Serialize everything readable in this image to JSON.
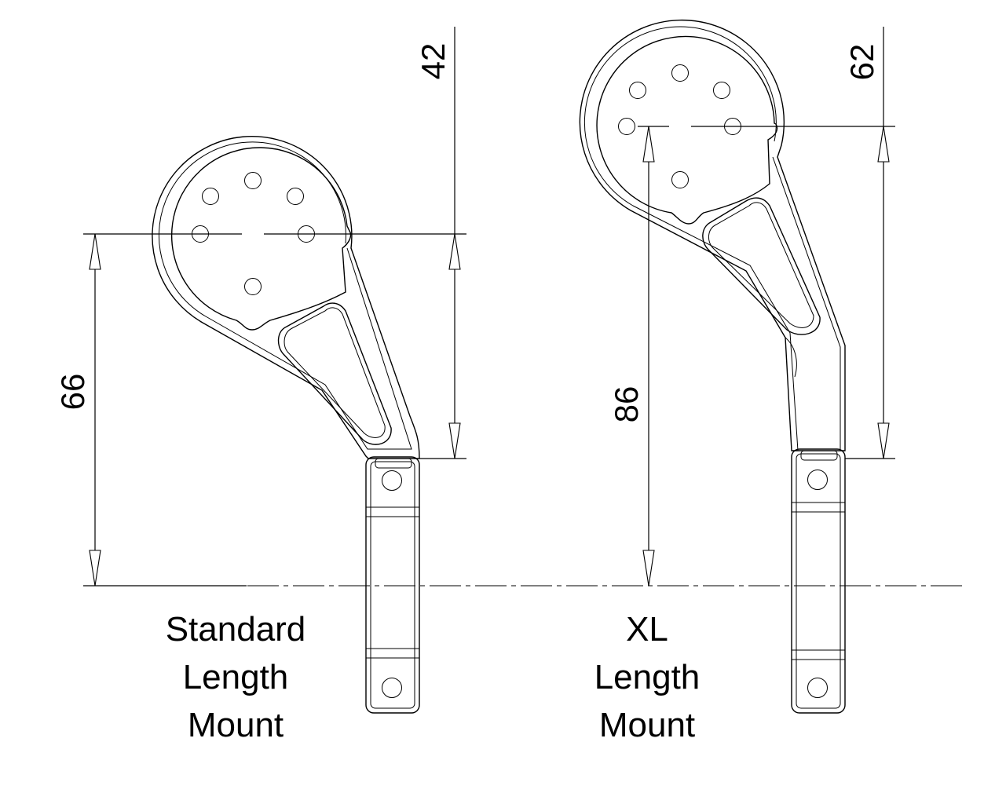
{
  "dimensions": {
    "std_height": "66",
    "std_offset": "42",
    "xl_height": "86",
    "xl_offset": "62"
  },
  "labels": {
    "standard": [
      "Standard",
      "Length",
      "Mount"
    ],
    "xl": [
      "XL",
      "Length",
      "Mount"
    ]
  }
}
